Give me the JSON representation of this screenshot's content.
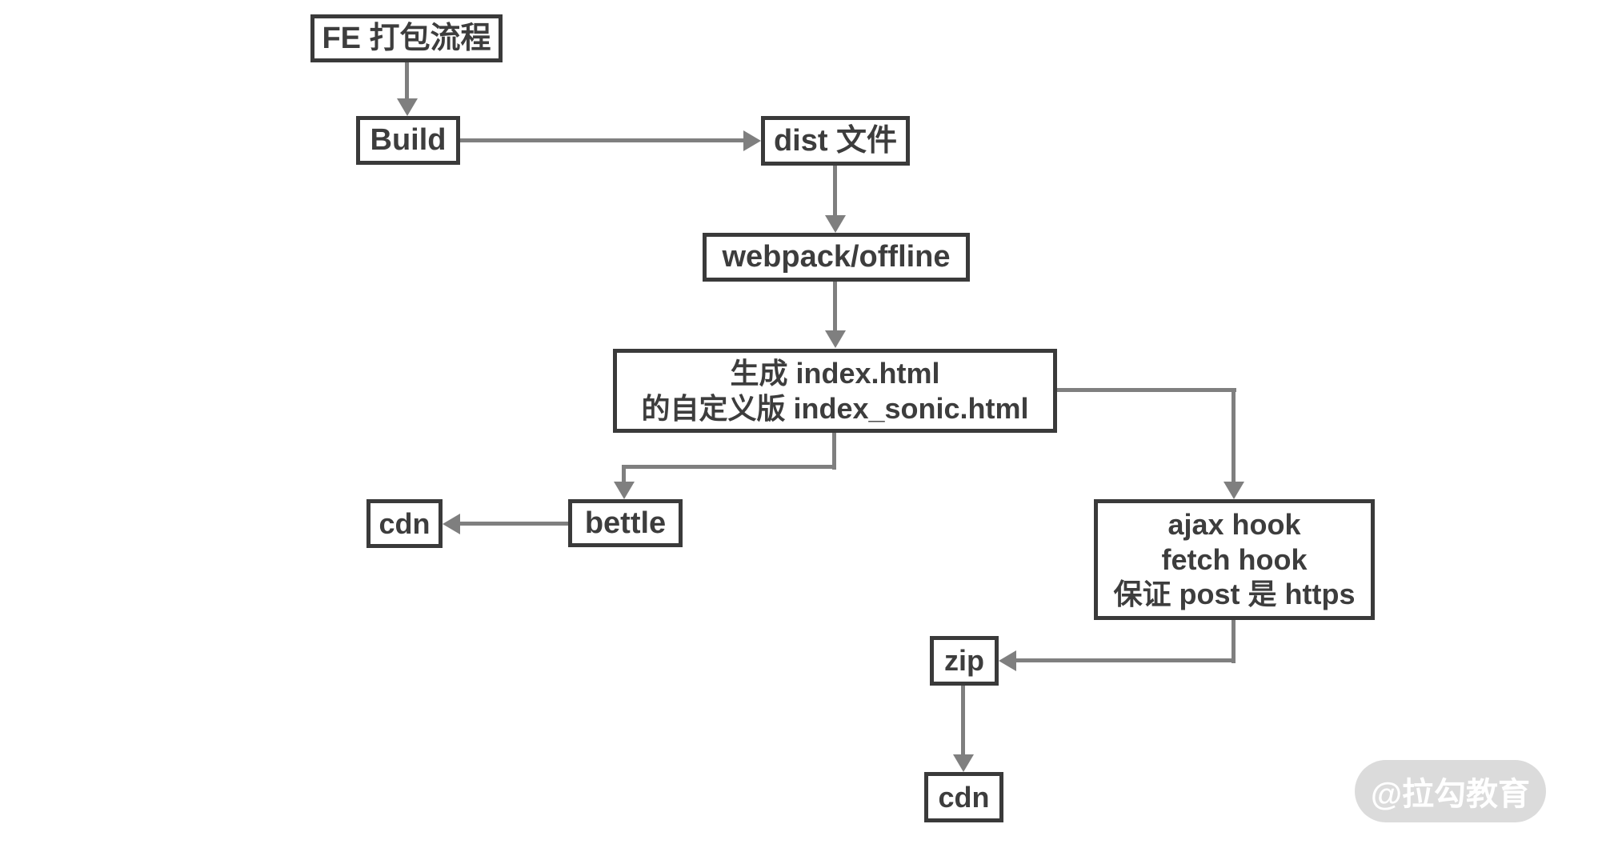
{
  "diagram": {
    "title_node": "FE 打包流程",
    "nodes": {
      "fe": {
        "label": "FE 打包流程"
      },
      "build": {
        "label": "Build"
      },
      "dist": {
        "label": "dist 文件"
      },
      "webpack": {
        "label": "webpack/offline"
      },
      "gen": {
        "lines": [
          "生成 index.html",
          "的自定义版 index_sonic.html"
        ]
      },
      "cdn_left": {
        "label": "cdn"
      },
      "bettle": {
        "label": "bettle"
      },
      "ajax": {
        "lines": [
          "ajax hook",
          "fetch hook",
          "保证 post 是 https"
        ]
      },
      "zip": {
        "label": "zip"
      },
      "cdn_bottom": {
        "label": "cdn"
      }
    },
    "edges": [
      {
        "from": "fe",
        "to": "build",
        "direction": "down"
      },
      {
        "from": "build",
        "to": "dist",
        "direction": "right"
      },
      {
        "from": "dist",
        "to": "webpack",
        "direction": "down"
      },
      {
        "from": "webpack",
        "to": "gen",
        "direction": "down"
      },
      {
        "from": "gen",
        "to": "bettle",
        "direction": "down-left-elbow"
      },
      {
        "from": "gen",
        "to": "ajax",
        "direction": "right-down-elbow"
      },
      {
        "from": "bettle",
        "to": "cdn_left",
        "direction": "left"
      },
      {
        "from": "ajax",
        "to": "zip",
        "direction": "down-left-elbow"
      },
      {
        "from": "zip",
        "to": "cdn_bottom",
        "direction": "down"
      }
    ],
    "colors": {
      "background": "#ffffff",
      "node_border": "#3a3a3a",
      "node_text": "#3d3d3d",
      "arrow": "#7f7f7f",
      "watermark_bg": "#dbdbdb",
      "watermark_text": "#ffffff"
    },
    "watermark": {
      "label": "@拉勾教育"
    }
  }
}
